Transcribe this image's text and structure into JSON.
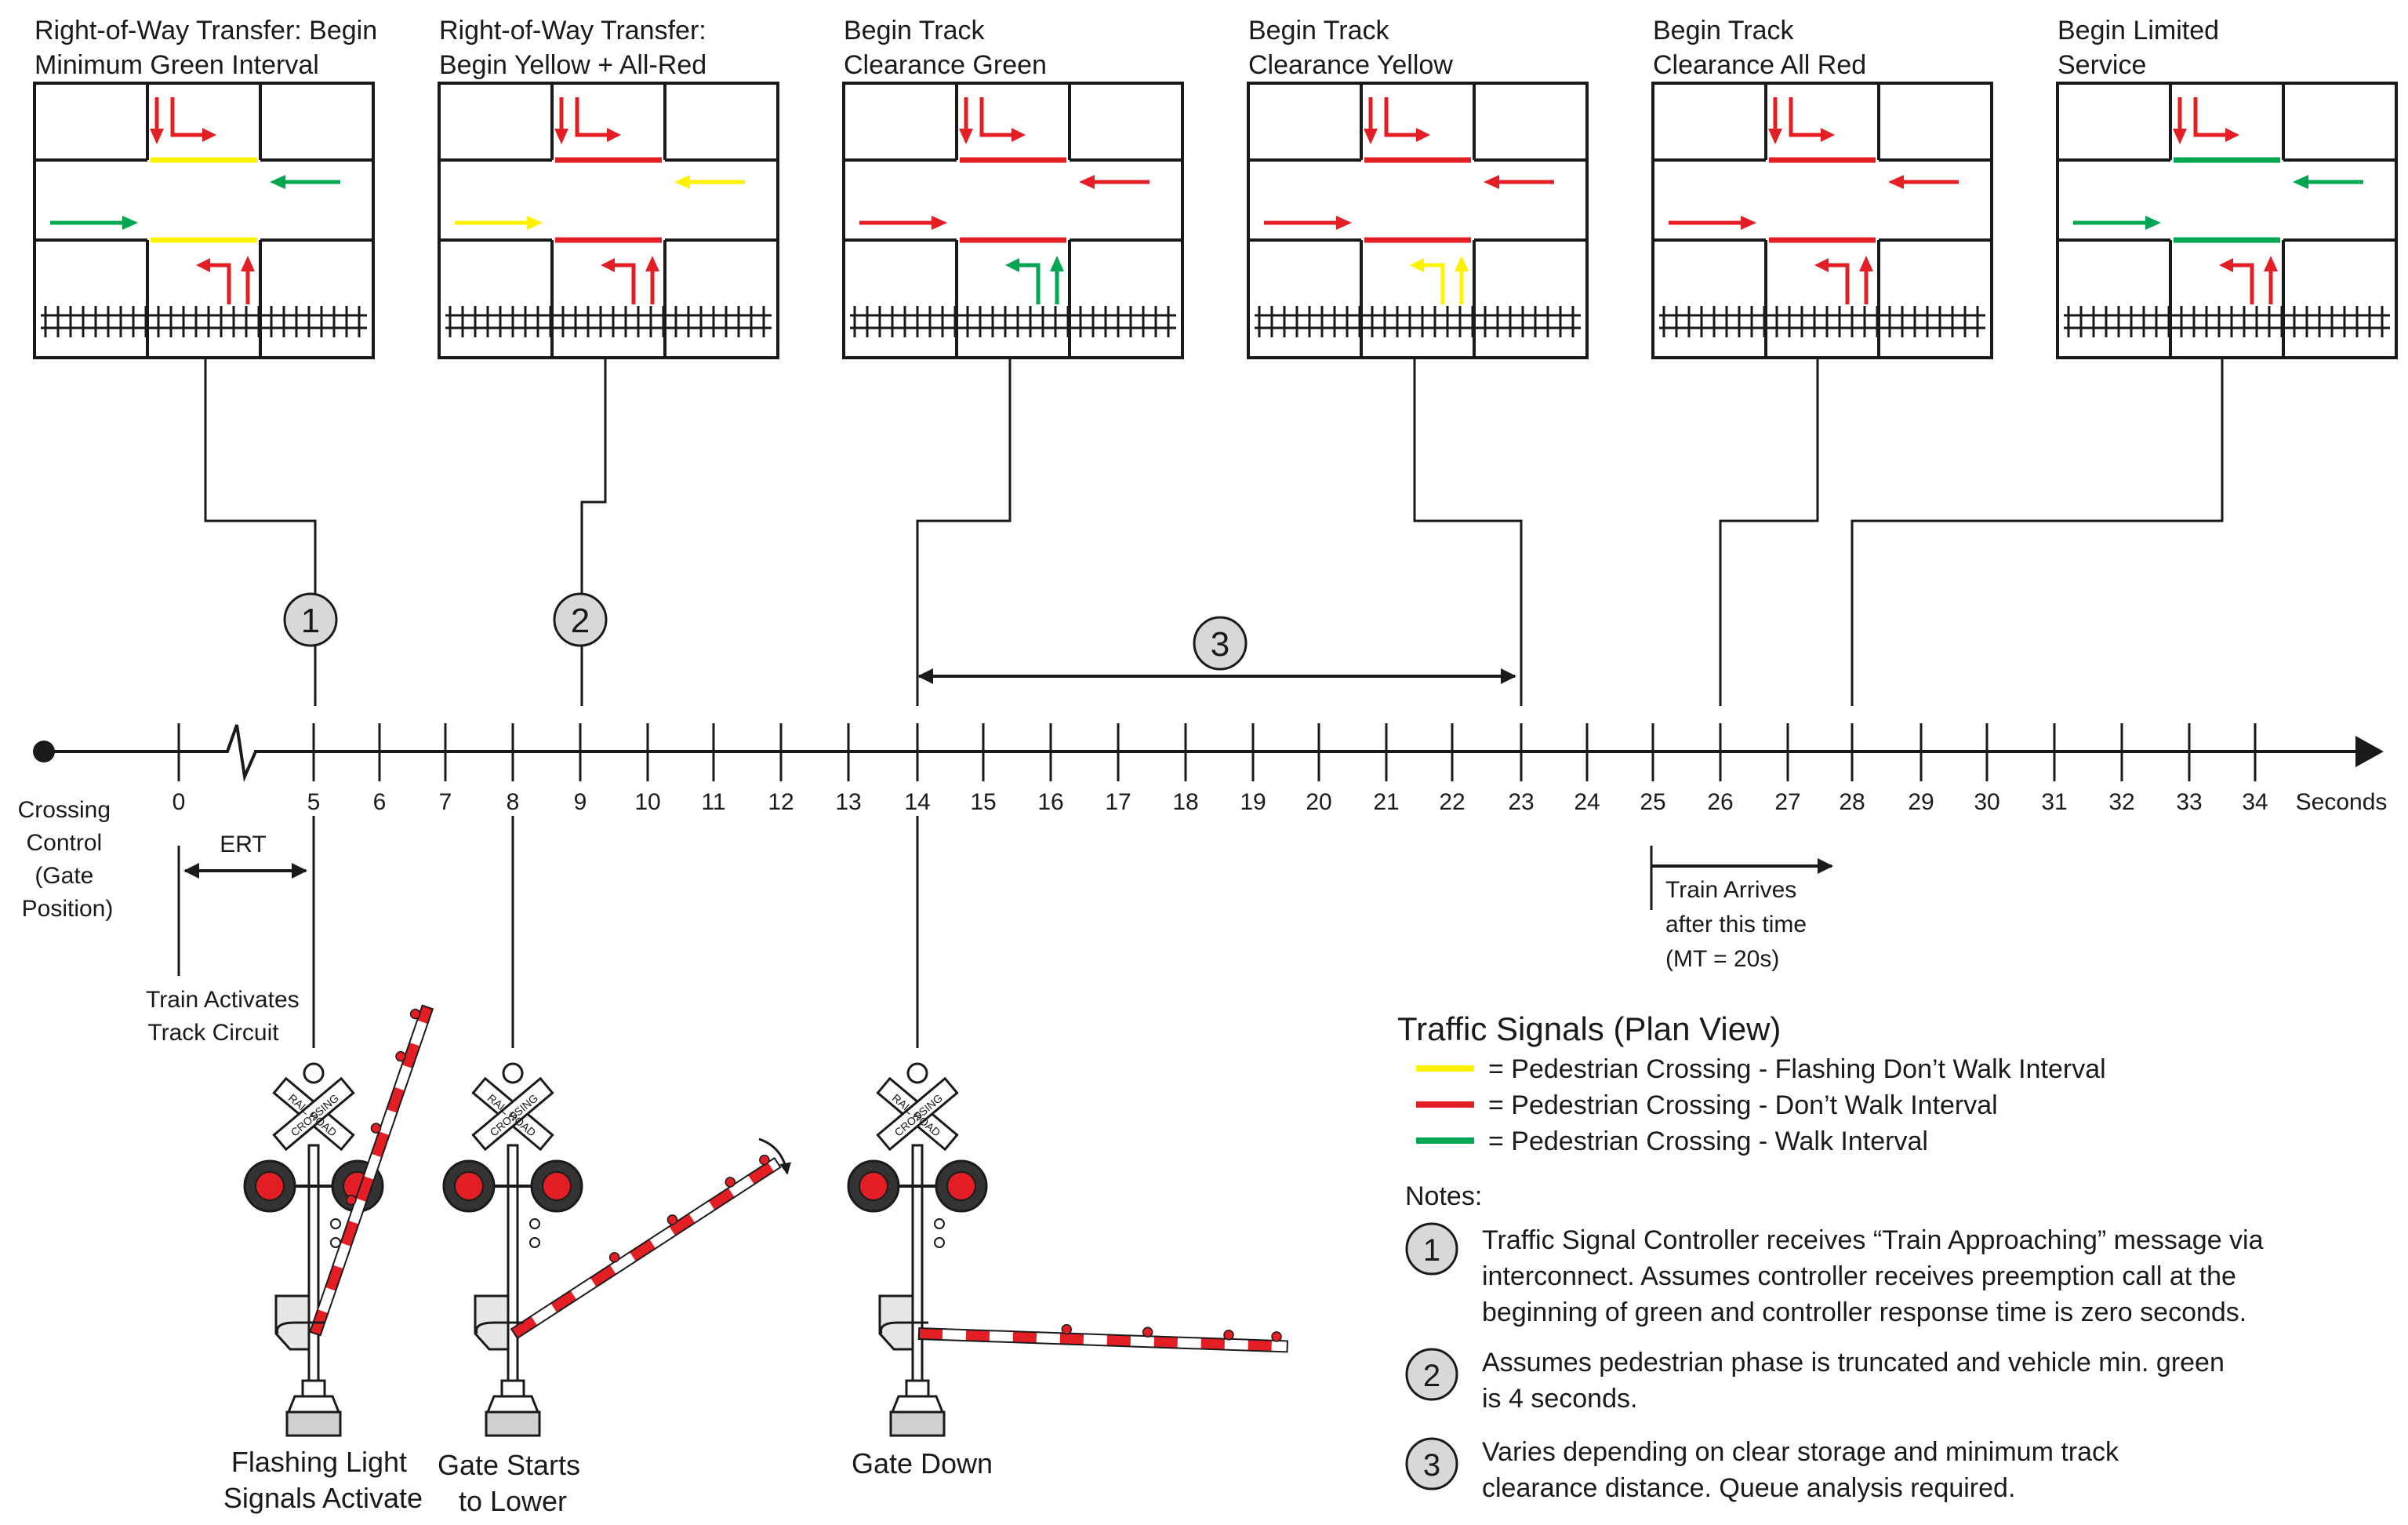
{
  "panels": [
    {
      "id": "p1",
      "title": [
        "Right-of-Way Transfer: Begin",
        "Minimum Green Interval"
      ],
      "ped_top": "yellow",
      "ped_bottom": "yellow",
      "arrow_ew": "green",
      "arrow_we": "green",
      "arrows_top": "red",
      "arrows_bottom": "red",
      "arrows_bottom_left": "red",
      "arrows_bottom_thru": "red"
    },
    {
      "id": "p2",
      "title": [
        "Right-of-Way Transfer:",
        "Begin Yellow + All-Red"
      ],
      "ped_top": "red",
      "ped_bottom": "red",
      "arrow_ew": "yellow",
      "arrow_we": "yellow",
      "arrows_top": "red",
      "arrows_bottom": "red",
      "arrows_bottom_left": "red",
      "arrows_bottom_thru": "red"
    },
    {
      "id": "p3",
      "title": [
        "Begin Track",
        "Clearance Green"
      ],
      "ped_top": "red",
      "ped_bottom": "red",
      "arrow_ew": "red",
      "arrow_we": "red",
      "arrows_top": "red",
      "arrows_bottom": "green",
      "arrows_bottom_left": "green",
      "arrows_bottom_thru": "green"
    },
    {
      "id": "p4",
      "title": [
        "Begin Track",
        "Clearance Yellow"
      ],
      "ped_top": "red",
      "ped_bottom": "red",
      "arrow_ew": "red",
      "arrow_we": "red",
      "arrows_top": "red",
      "arrows_bottom": "yellow",
      "arrows_bottom_left": "yellow",
      "arrows_bottom_thru": "yellow"
    },
    {
      "id": "p5",
      "title": [
        "Begin Track",
        "Clearance All Red"
      ],
      "ped_top": "red",
      "ped_bottom": "red",
      "arrow_ew": "red",
      "arrow_we": "red",
      "arrows_top": "red",
      "arrows_bottom": "red",
      "arrows_bottom_left": "red",
      "arrows_bottom_thru": "red"
    },
    {
      "id": "p6",
      "title": [
        "Begin Limited",
        "Service"
      ],
      "ped_top": "green",
      "ped_bottom": "green",
      "arrow_ew": "green",
      "arrow_we": "green",
      "arrows_top": "red",
      "arrows_bottom": "red",
      "arrows_bottom_left": "red",
      "arrows_bottom_thru": "red"
    }
  ],
  "timeline": {
    "left_label": [
      "Crossing",
      "Control",
      "(Gate",
      "Position)"
    ],
    "ticks": [
      "0",
      "5",
      "6",
      "7",
      "8",
      "9",
      "10",
      "11",
      "12",
      "13",
      "14",
      "15",
      "16",
      "17",
      "18",
      "19",
      "20",
      "21",
      "22",
      "23",
      "24",
      "25",
      "26",
      "27",
      "28",
      "29",
      "30",
      "31",
      "32",
      "33",
      "34"
    ],
    "end_label": "Seconds",
    "ert_label": "ERT",
    "train_activates": [
      "Train Activates",
      "Track Circuit"
    ],
    "train_arrives": [
      "Train Arrives",
      "after this time",
      "(MT = 20s)"
    ],
    "markers": [
      "1",
      "2",
      "3"
    ]
  },
  "gates": [
    {
      "label": [
        "Flashing Light",
        "Signals Activate"
      ],
      "state": "up"
    },
    {
      "label": [
        "Gate Starts",
        "to Lower"
      ],
      "state": "lowering"
    },
    {
      "label": [
        "Gate Down"
      ],
      "state": "down"
    }
  ],
  "crossbuck_text": [
    "RAIL",
    "ROAD",
    "CROSSING"
  ],
  "legend": {
    "title": "Traffic Signals (Plan View)",
    "items": [
      {
        "color": "yellow",
        "text": "= Pedestrian Crossing - Flashing Don’t Walk Interval"
      },
      {
        "color": "red",
        "text": "= Pedestrian Crossing - Don’t Walk Interval"
      },
      {
        "color": "green",
        "text": "= Pedestrian Crossing - Walk Interval"
      }
    ]
  },
  "notes": {
    "title": "Notes:",
    "items": [
      {
        "num": "1",
        "lines": [
          "Traffic Signal Controller receives “Train Approaching” message via",
          "interconnect. Assumes controller receives preemption call at the",
          "beginning of green and controller response time is zero seconds."
        ]
      },
      {
        "num": "2",
        "lines": [
          "Assumes pedestrian phase is truncated and vehicle min. green",
          "is 4 seconds."
        ]
      },
      {
        "num": "3",
        "lines": [
          "Varies depending on clear storage and minimum track",
          "clearance distance. Queue analysis required."
        ]
      }
    ]
  },
  "colors": {
    "red": "#e31e24",
    "yellow": "#fff200",
    "green": "#00a651",
    "line": "#1a1a1a",
    "marker_fill": "#d8d8d8"
  }
}
